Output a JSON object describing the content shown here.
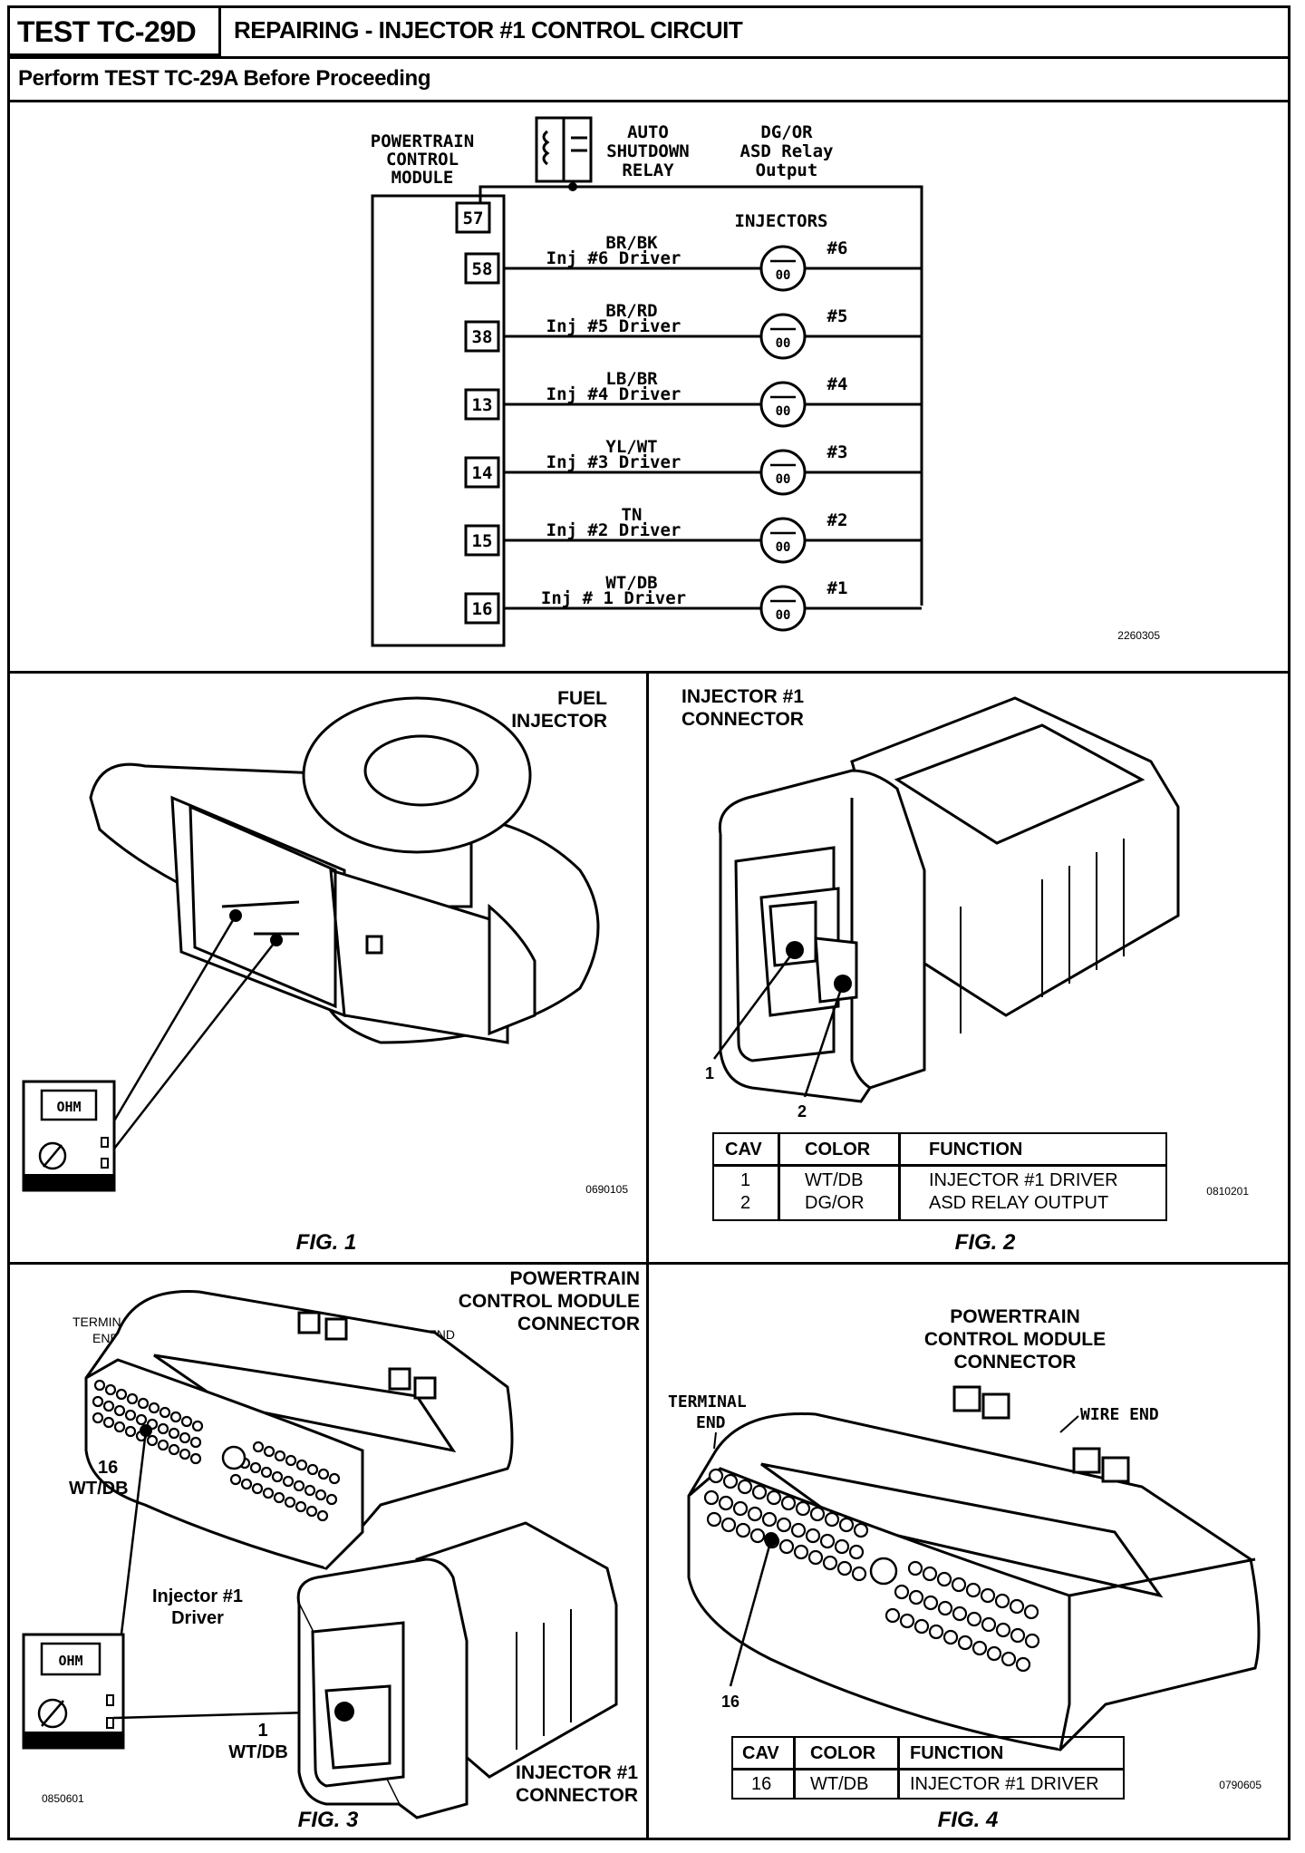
{
  "header": {
    "test_id": "TEST TC-29D",
    "title": "REPAIRING - INJECTOR #1 CONTROL CIRCUIT",
    "subtitle": "Perform TEST TC-29A Before Proceeding"
  },
  "schematic": {
    "module_label": [
      "POWERTRAIN",
      "CONTROL",
      "MODULE"
    ],
    "relay_label": [
      "AUTO",
      "SHUTDOWN",
      "RELAY"
    ],
    "relay_output_label": [
      "DG/OR",
      "ASD Relay",
      "Output"
    ],
    "injectors_label": "INJECTORS",
    "asd_pin": "57",
    "drivers": [
      {
        "pin": "58",
        "color": "BR/BK",
        "name": "Inj #6 Driver",
        "injector": "#6"
      },
      {
        "pin": "38",
        "color": "BR/RD",
        "name": "Inj #5 Driver",
        "injector": "#5"
      },
      {
        "pin": "13",
        "color": "LB/BR",
        "name": "Inj #4 Driver",
        "injector": "#4"
      },
      {
        "pin": "14",
        "color": "YL/WT",
        "name": "Inj #3 Driver",
        "injector": "#3"
      },
      {
        "pin": "15",
        "color": "TN",
        "name": "Inj #2 Driver",
        "injector": "#2"
      },
      {
        "pin": "16",
        "color": "WT/DB",
        "name": "Inj # 1 Driver",
        "injector": "#1"
      }
    ],
    "injector_symbol_text": "00",
    "image_code": "2260305"
  },
  "fig1": {
    "label_lines": [
      "FUEL",
      "INJECTOR"
    ],
    "meter_text": "OHM",
    "image_code": "0690105",
    "caption": "FIG. 1"
  },
  "fig2": {
    "label_lines": [
      "INJECTOR #1",
      "CONNECTOR"
    ],
    "callout_1": "1",
    "callout_2": "2",
    "table_headers": [
      "CAV",
      "COLOR",
      "FUNCTION"
    ],
    "table_rows": [
      [
        "1",
        "WT/DB",
        "INJECTOR #1 DRIVER"
      ],
      [
        "2",
        "DG/OR",
        "ASD RELAY OUTPUT"
      ]
    ],
    "image_code": "0810201",
    "caption": "FIG. 2"
  },
  "fig3": {
    "pcm_label_lines": [
      "POWERTRAIN",
      "CONTROL MODULE",
      "CONNECTOR"
    ],
    "terminal_end_lines": [
      "TERMINAL",
      "END"
    ],
    "wire_end": "WIRE END",
    "pin_callout_lines": [
      "16",
      "WT/DB"
    ],
    "driver_label_lines": [
      "Injector #1",
      "Driver"
    ],
    "cav_callout_lines": [
      "1",
      "WT/DB"
    ],
    "injector_label_lines": [
      "INJECTOR #1",
      "CONNECTOR"
    ],
    "meter_text": "OHM",
    "image_code": "0850601",
    "caption": "FIG. 3"
  },
  "fig4": {
    "pcm_label_lines": [
      "POWERTRAIN",
      "CONTROL MODULE",
      "CONNECTOR"
    ],
    "terminal_end_lines": [
      "TERMINAL",
      "END"
    ],
    "wire_end": "WIRE END",
    "pin_callout": "16",
    "table_headers": [
      "CAV",
      "COLOR",
      "FUNCTION"
    ],
    "table_rows": [
      [
        "16",
        "WT/DB",
        "INJECTOR #1 DRIVER"
      ]
    ],
    "image_code": "0790605",
    "caption": "FIG. 4"
  }
}
